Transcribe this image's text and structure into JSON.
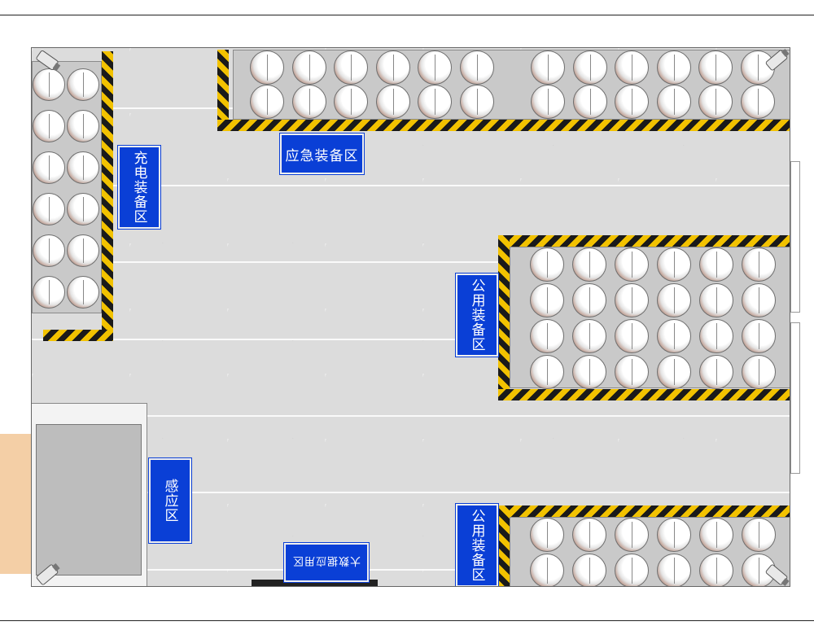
{
  "zones": {
    "charging": "充电装备区",
    "emergency": "应急装备区",
    "public_1": "公用装备区",
    "public_2": "公用装备区",
    "sensing": "感应区",
    "bigdata": "大数据应用区"
  },
  "colors": {
    "sign_blue": "#0a3fd6",
    "hazard_yellow": "#f2c200",
    "hazard_black": "#1a1a1a",
    "floor": "#dcdcdc",
    "door": "#f4cfa6"
  },
  "icons": [
    "camera-icon",
    "helmet-icon"
  ]
}
